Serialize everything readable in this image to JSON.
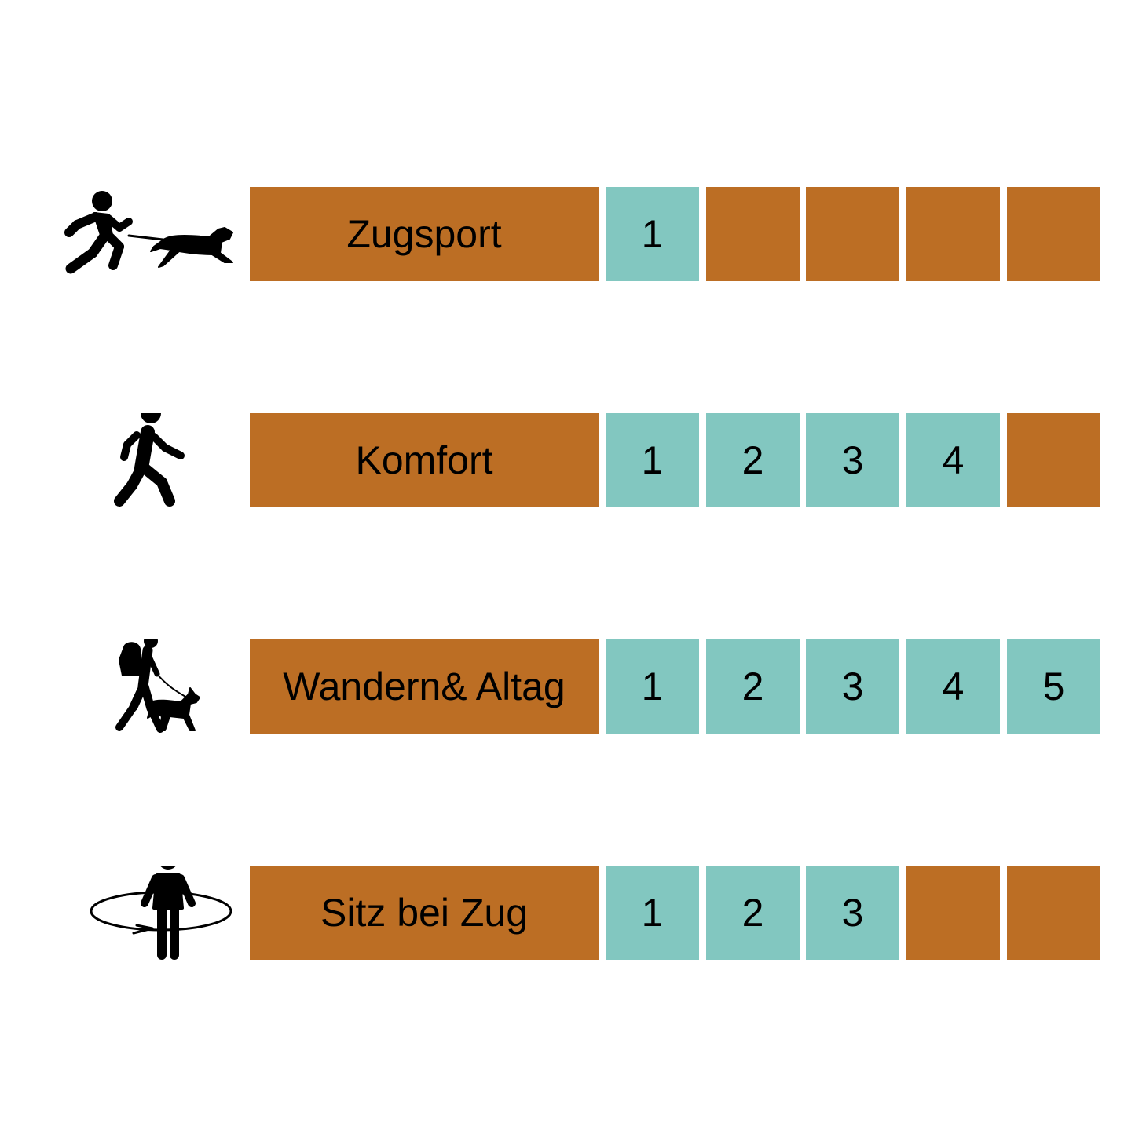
{
  "colors": {
    "label_fill": "#BC6E24",
    "level_active": "#82C7C0",
    "level_inactive": "#BC6E24",
    "text": "#000000",
    "icon": "#000000"
  },
  "levels_total": 5,
  "rows": [
    {
      "icon": "runner-with-dog-icon",
      "label": "Zugsport",
      "level": 1,
      "cells": [
        "1",
        "",
        "",
        "",
        ""
      ]
    },
    {
      "icon": "walking-person-icon",
      "label": "Komfort",
      "level": 4,
      "cells": [
        "1",
        "2",
        "3",
        "4",
        ""
      ]
    },
    {
      "icon": "hiker-with-dog-icon",
      "label": "Wandern& Altag",
      "level": 5,
      "cells": [
        "1",
        "2",
        "3",
        "4",
        "5"
      ]
    },
    {
      "icon": "person-rotating-icon",
      "label": "Sitz bei Zug",
      "level": 3,
      "cells": [
        "1",
        "2",
        "3",
        "",
        ""
      ]
    }
  ]
}
